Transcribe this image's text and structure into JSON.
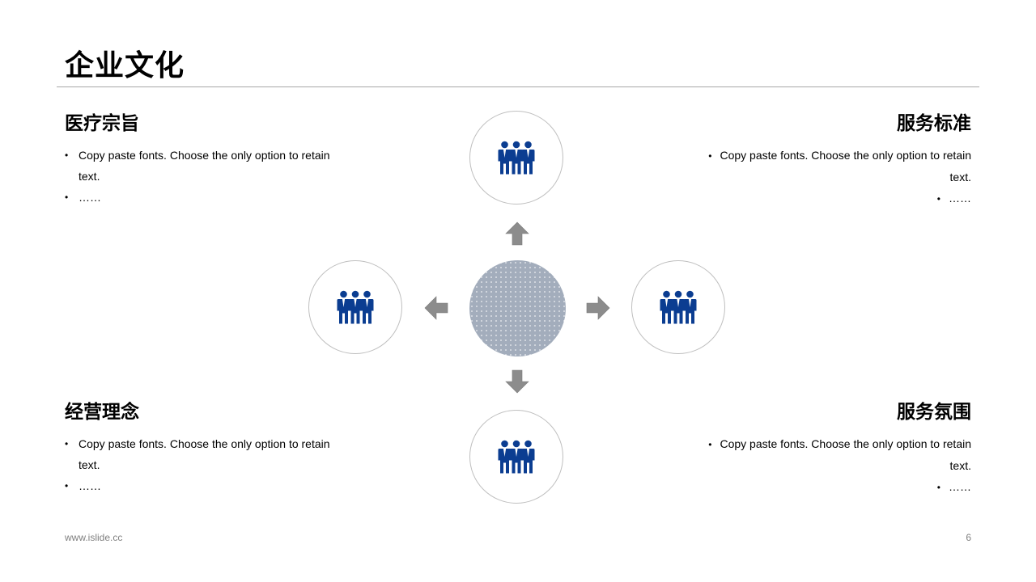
{
  "slide": {
    "title": "企业文化"
  },
  "blocks": {
    "top_left": {
      "heading": "医疗宗旨",
      "bullets": [
        "Copy paste fonts. Choose the only option to retain text.",
        "……"
      ]
    },
    "top_right": {
      "heading": "服务标准",
      "bullets": [
        "Copy paste fonts. Choose the only option to retain text.",
        "……"
      ]
    },
    "bottom_left": {
      "heading": "经营理念",
      "bullets": [
        "Copy paste fonts. Choose the only option to retain text.",
        "……"
      ]
    },
    "bottom_right": {
      "heading": "服务氛围",
      "bullets": [
        "Copy paste fonts. Choose the only option to retain text.",
        "……"
      ]
    }
  },
  "diagram": {
    "node_icon": "team-people-icon",
    "arrow_icon": "block-arrow-icon",
    "colors": {
      "icon": "#0b3d91",
      "arrow": "#8c8c8c",
      "center": "#a3adbc",
      "ring": "#bfbfbf"
    }
  },
  "footer": {
    "url": "www.islide.cc",
    "page_number": "6"
  }
}
